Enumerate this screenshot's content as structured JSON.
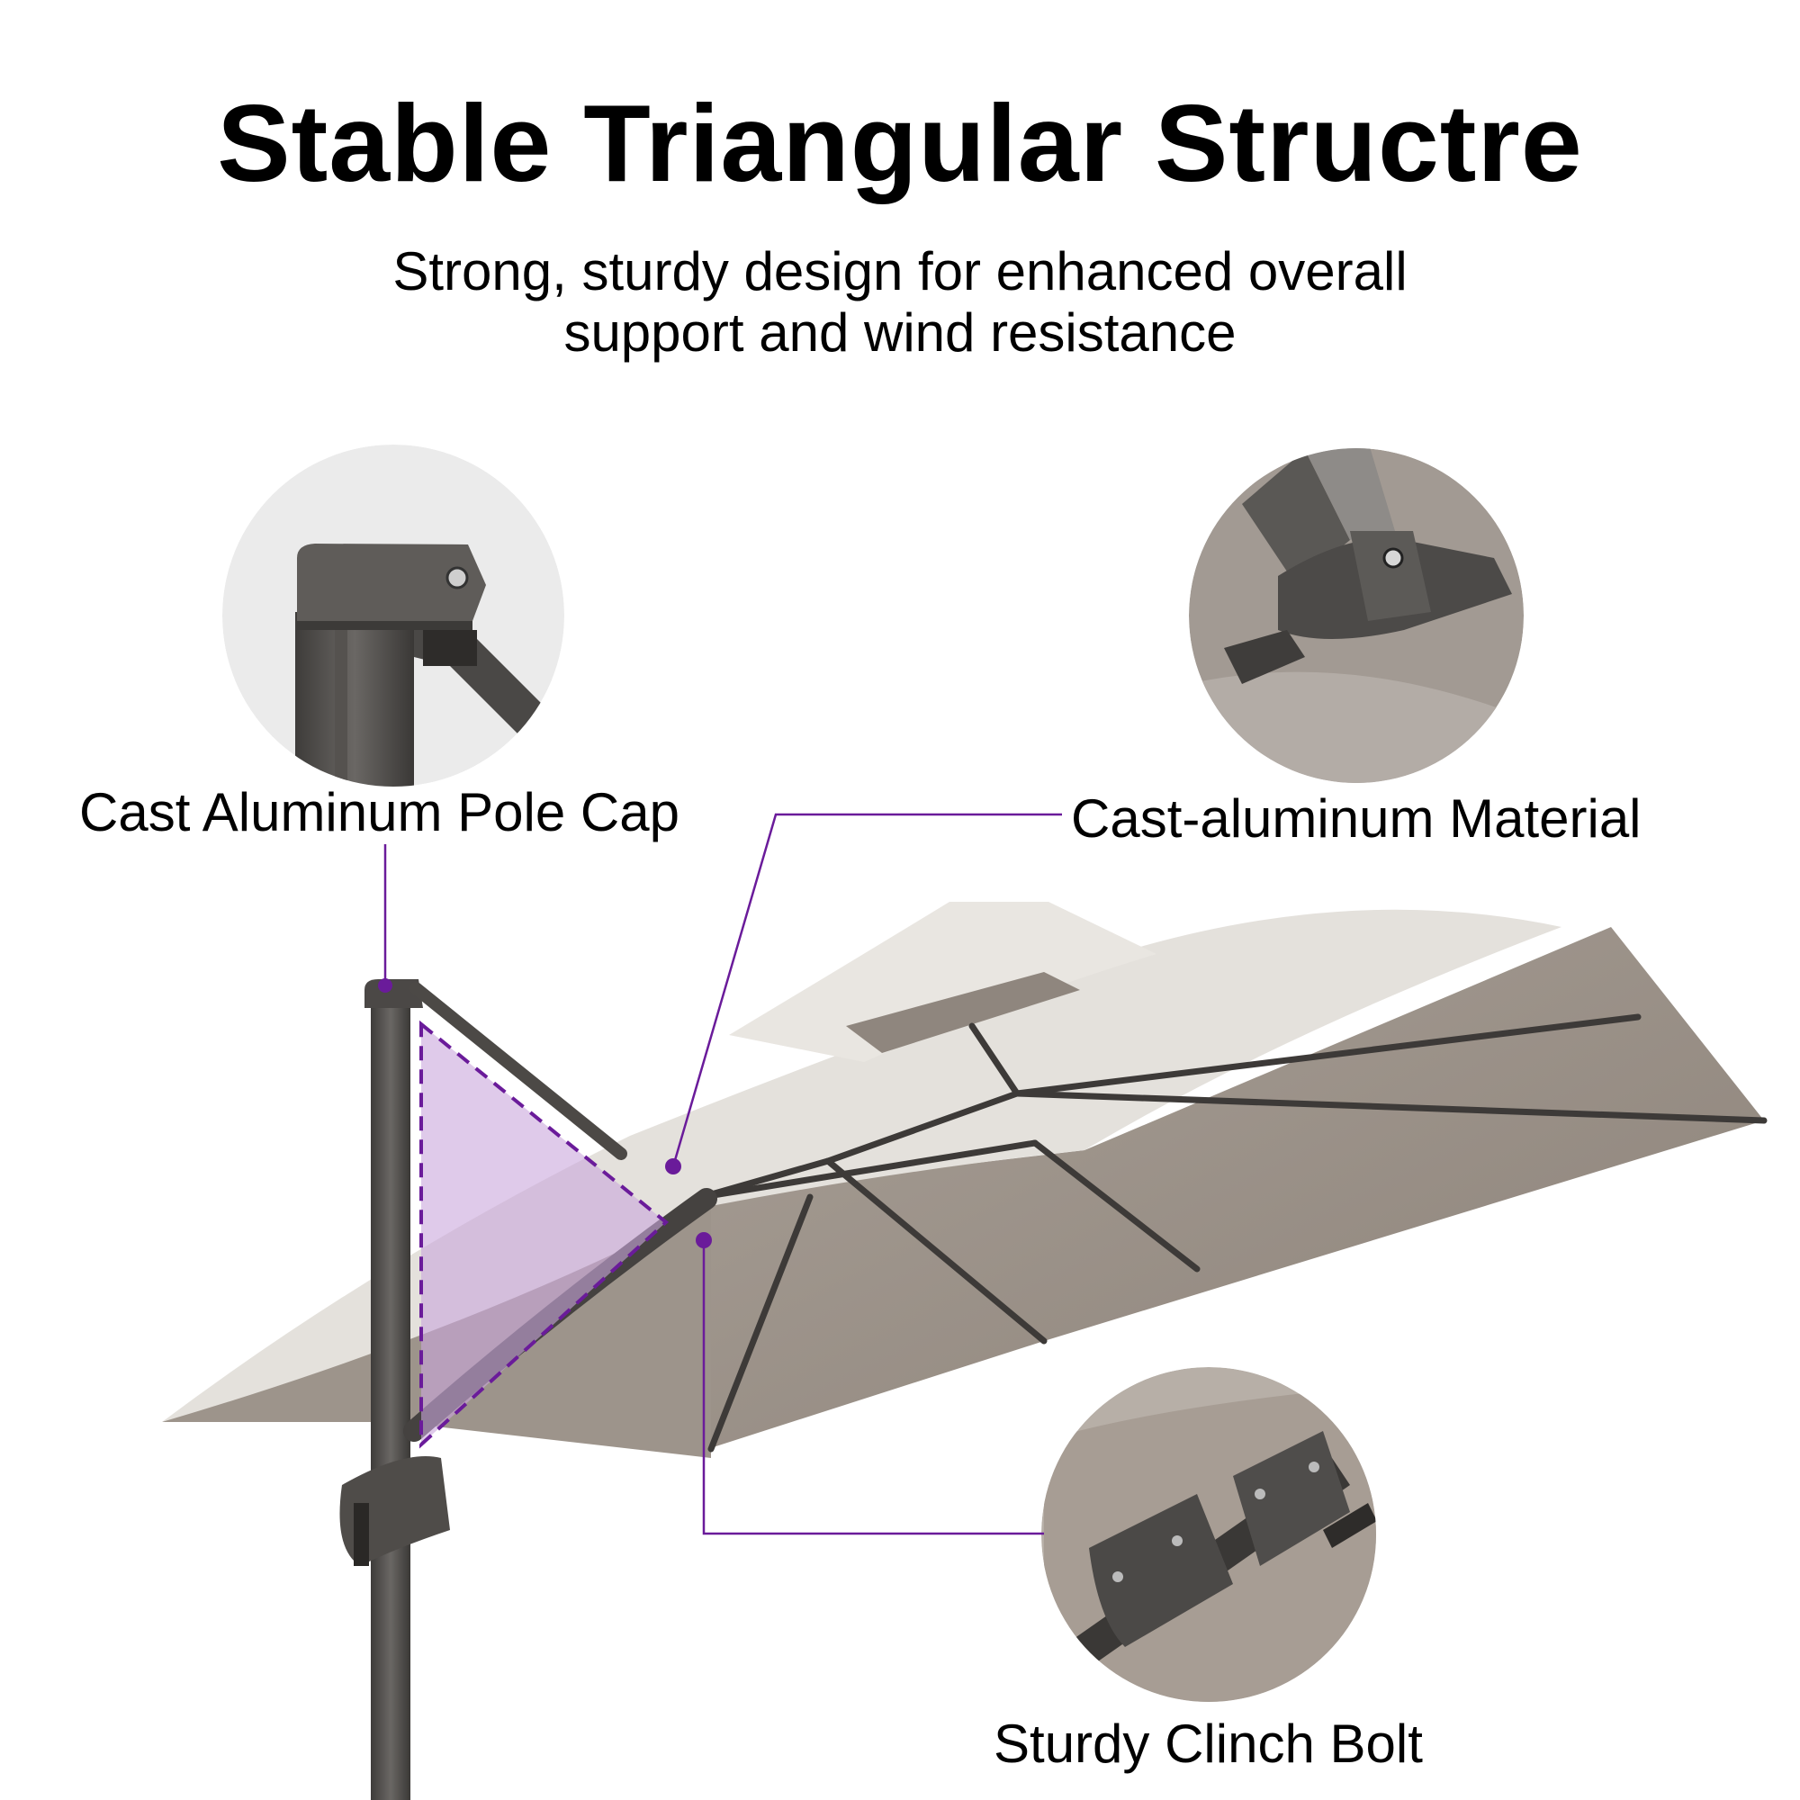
{
  "header": {
    "title": "Stable Triangular Structre",
    "subtitle_line1": "Strong, sturdy design for enhanced overall",
    "subtitle_line2": "support and wind resistance"
  },
  "callouts": {
    "pole_cap": "Cast Aluminum Pole Cap",
    "material": "Cast-aluminum Material",
    "bolt": "Sturdy Clinch Bolt"
  },
  "colors": {
    "accent": "#6a1b9a",
    "triangle_fill": "#c9a6dc",
    "canopy_top": "#e6e3de",
    "canopy_under": "#9a9087",
    "frame": "#4a4846"
  }
}
